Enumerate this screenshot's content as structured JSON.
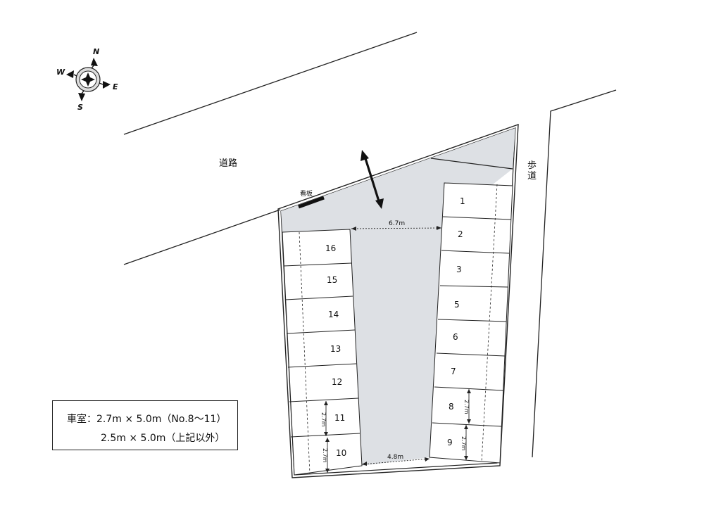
{
  "compass": {
    "n": "N",
    "e": "E",
    "s": "S",
    "w": "W"
  },
  "labels": {
    "road": "道路",
    "sidewalk_1": "歩",
    "sidewalk_2": "道",
    "sign": "看板"
  },
  "dimensions": {
    "aisle_top": "6.7m",
    "aisle_bottom": "4.8m",
    "space_width_a": "2.7m",
    "space_width_b": "2.7m",
    "space_width_c": "2.7m",
    "space_width_d": "2.7m"
  },
  "spaces_right": [
    "1",
    "2",
    "3",
    "5",
    "6",
    "7",
    "8",
    "9"
  ],
  "spaces_left": [
    "16",
    "15",
    "14",
    "13",
    "12",
    "11",
    "10"
  ],
  "legend": {
    "line1": "車室：2.7m × 5.0m（No.8～11）",
    "line2": "2.5m × 5.0m（上記以外）"
  }
}
